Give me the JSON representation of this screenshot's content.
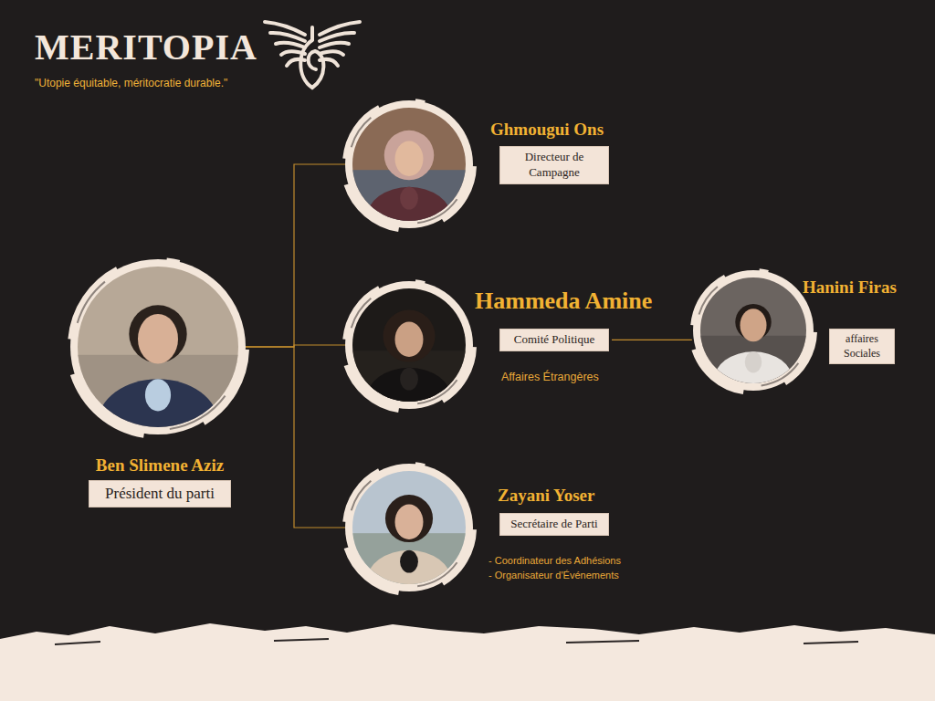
{
  "diagram": {
    "title": "MERITOPIA",
    "nodes": [
      {
        "text": [
          "Ben Slimene Aziz",
          "Président du parti"
        ]
      },
      {
        "text": [
          "Ghmougui Ons",
          "Directeur de Campagne"
        ]
      },
      {
        "text": [
          "Hammeda Amine",
          "Comité Politique",
          "Affaires Étrangères"
        ]
      },
      {
        "text": [
          "Hanini Firas",
          "affaires Sociales"
        ]
      },
      {
        "text": [
          "Zayani Yoser",
          "Secrétaire de Parti",
          "- Coordinateur des Adhésions",
          "- Organisateur d'Événements"
        ]
      }
    ],
    "edges": [
      {
        "from": 0,
        "to": 1,
        "arrow": "none"
      },
      {
        "from": 0,
        "to": 2,
        "arrow": "none"
      },
      {
        "from": 0,
        "to": 4,
        "arrow": "none"
      },
      {
        "from": 2,
        "to": 3,
        "arrow": "none"
      }
    ],
    "labels": [
      "\"Utopie équitable, méritocratie durable.\""
    ]
  }
}
